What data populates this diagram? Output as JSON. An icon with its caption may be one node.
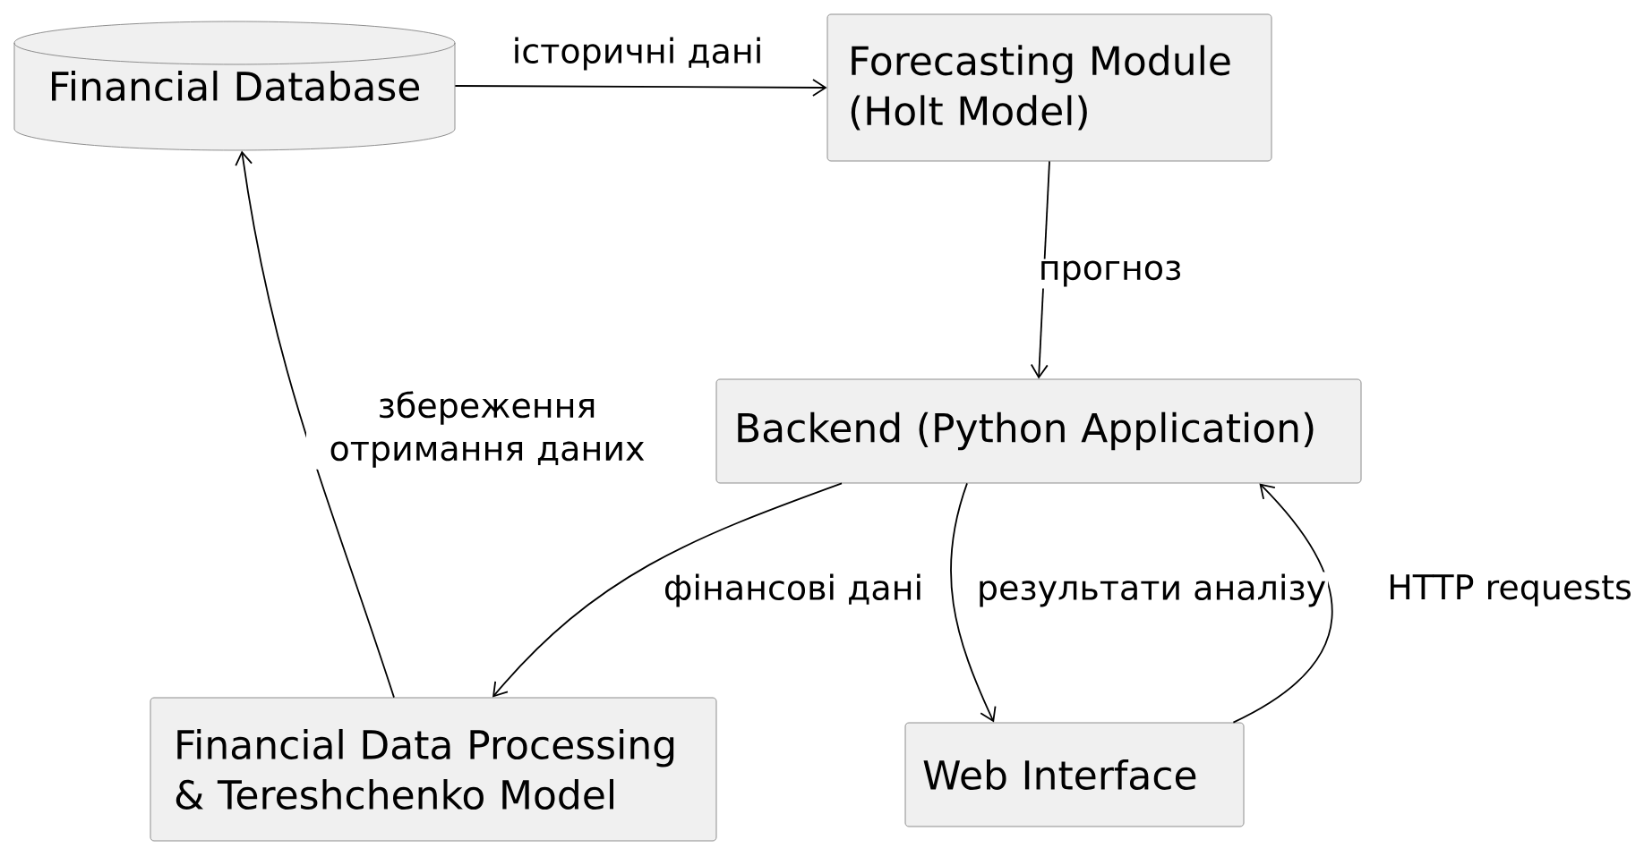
{
  "diagram": {
    "nodes": [
      {
        "text": [
          "Financial Database"
        ]
      },
      {
        "text": [
          "Forecasting Module (Holt Model)"
        ]
      },
      {
        "text": [
          "Backend (Python Application)"
        ]
      },
      {
        "text": [
          "Financial Data Processing & Tereshchenko Model"
        ]
      },
      {
        "text": [
          "Web Interface"
        ]
      }
    ],
    "edges": [
      {
        "from": 0,
        "to": 1,
        "arrow": "to",
        "label": "історичні дані"
      },
      {
        "from": 1,
        "to": 2,
        "arrow": "to",
        "label": "прогноз"
      },
      {
        "from": 3,
        "to": 0,
        "arrow": "to",
        "label": "збереження отримання даних"
      },
      {
        "from": 2,
        "to": 3,
        "arrow": "to",
        "label": "фінансові дані"
      },
      {
        "from": 2,
        "to": 4,
        "arrow": "to",
        "label": "результати аналізу"
      },
      {
        "from": 4,
        "to": 2,
        "arrow": "to",
        "label": "HTTP requests"
      }
    ]
  }
}
